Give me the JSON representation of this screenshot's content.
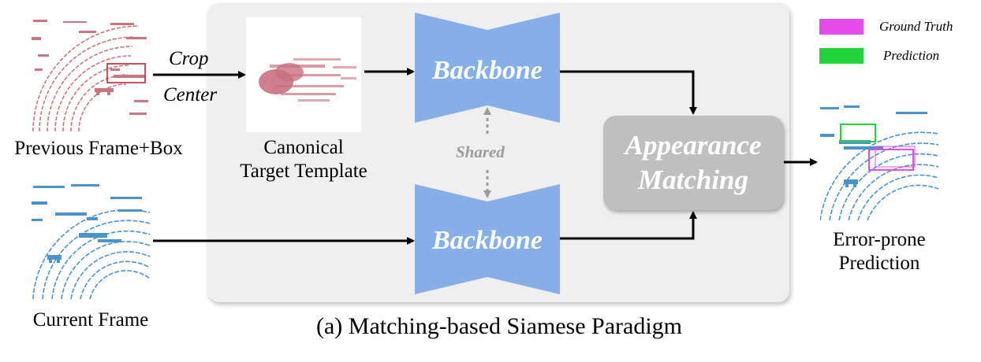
{
  "labels": {
    "previous_frame": "Previous Frame+Box",
    "current_frame": "Current Frame",
    "crop": "Crop",
    "center": "Center",
    "template_line1": "Canonical",
    "template_line2": "Target Template",
    "backbone_top": "Backbone",
    "backbone_bottom": "Backbone",
    "shared": "Shared",
    "matching_line1": "Appearance",
    "matching_line2": "Matching",
    "output_line1": "Error-prone",
    "output_line2": "Prediction"
  },
  "legend": {
    "ground_truth": "Ground Truth",
    "prediction": "Prediction"
  },
  "caption": "(a) Matching-based Siamese Paradigm",
  "colors": {
    "panel": "#efefef",
    "backbone": "#86aee8",
    "matching": "#bfbfbf",
    "previous_points": "#c9707f",
    "current_points": "#4a93cf",
    "ground_truth": "#e34ce8",
    "prediction": "#22d43b",
    "previous_box": "#c0262d"
  }
}
